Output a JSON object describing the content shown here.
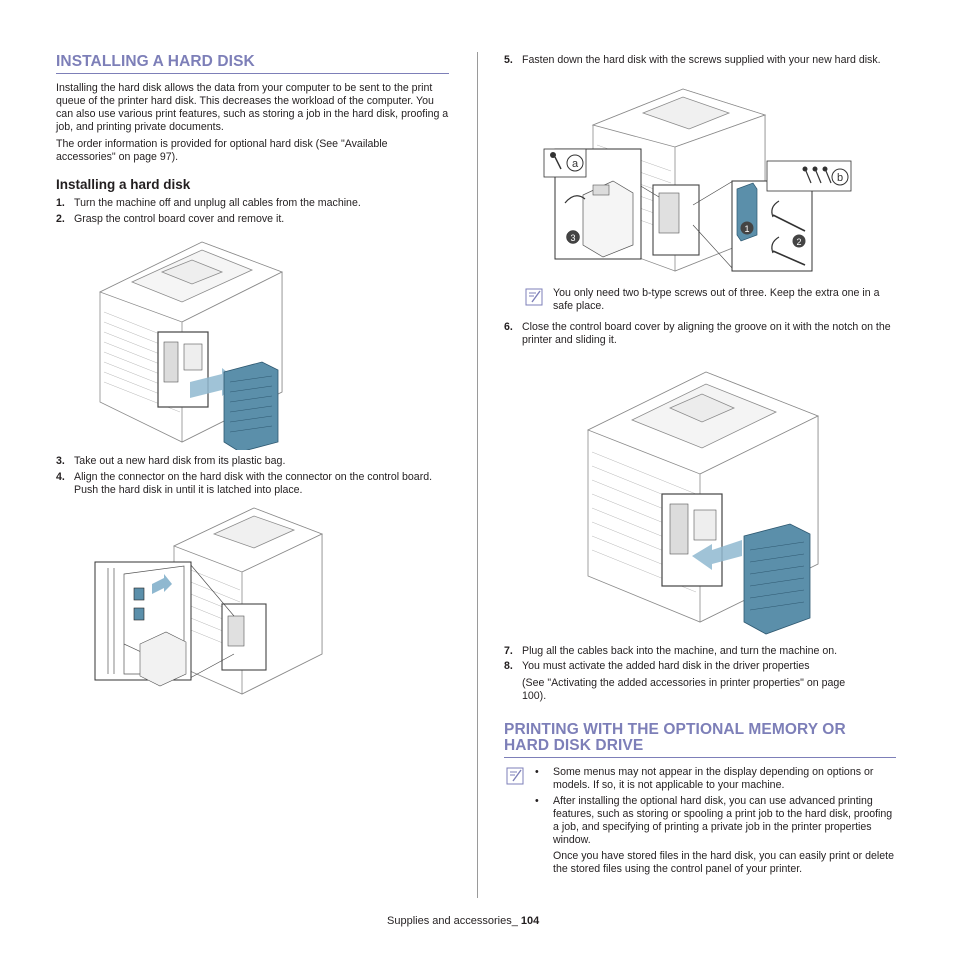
{
  "left": {
    "title": "INSTALLING A HARD DISK",
    "intro_1": "Installing the hard disk allows the data from your computer to be sent to the print queue of the printer hard disk. This decreases the workload of the computer. You can also use various print features, such as storing a job in the hard disk, proofing a job, and printing private documents.",
    "intro_2": "The order information is provided for optional hard disk (See \"Available accessories\" on page 97).",
    "subtitle": "Installing a hard disk",
    "steps": [
      {
        "num": "1.",
        "text": "Turn the machine off and unplug all cables from the machine."
      },
      {
        "num": "2.",
        "text": "Grasp the control board cover and remove it."
      },
      {
        "num": "3.",
        "text": "Take out a new hard disk from its plastic bag."
      },
      {
        "num": "4.",
        "text": "Align the connector on the hard disk with the connector on the control board. Push the hard disk in until it is latched into place."
      }
    ]
  },
  "right": {
    "steps": [
      {
        "num": "5.",
        "text": "Fasten down the hard disk with the screws supplied with your new hard disk."
      },
      {
        "num": "6.",
        "text": " Close the control board cover by aligning the groove on it with the notch on the printer and sliding it."
      },
      {
        "num": "7.",
        "text": "Plug all the cables back into the machine, and turn the machine on."
      },
      {
        "num": "8.",
        "text": "You must activate the added hard disk in the driver properties"
      }
    ],
    "callout_a": "a",
    "callout_b": "b",
    "callout_1": "1",
    "callout_2": "2",
    "callout_3": "3",
    "note_1": "You only need two b-type screws out of three. Keep the extra one in a safe place.",
    "step8_ref": "(See \"Activating the added accessories in printer properties\" on page 100).",
    "section2_title_line1": "PRINTING WITH THE OPTIONAL MEMORY OR",
    "section2_title_line2": "HARD DISK DRIVE",
    "bullets": [
      {
        "dot": "•",
        "text": "Some menus may not appear in the display depending on options or models. If so, it is not applicable to your machine."
      },
      {
        "dot": "•",
        "text": "After installing the optional hard disk, you can use advanced printing features, such as storing or spooling a print job to the hard disk, proofing a job, and specifying of printing a private job in the printer properties window."
      }
    ],
    "bullet_followup": "Once you have stored files in the hard disk, you can easily print or delete the stored files using the control panel of your printer."
  },
  "footer": {
    "label": "Supplies and accessories_",
    "page": "104"
  },
  "colors": {
    "heading": "#7d7fb8",
    "cover_blue": "#5b8faa",
    "arrow_blue": "#8fb8d0"
  },
  "icons": [
    "note-icon",
    "screw-icon"
  ]
}
